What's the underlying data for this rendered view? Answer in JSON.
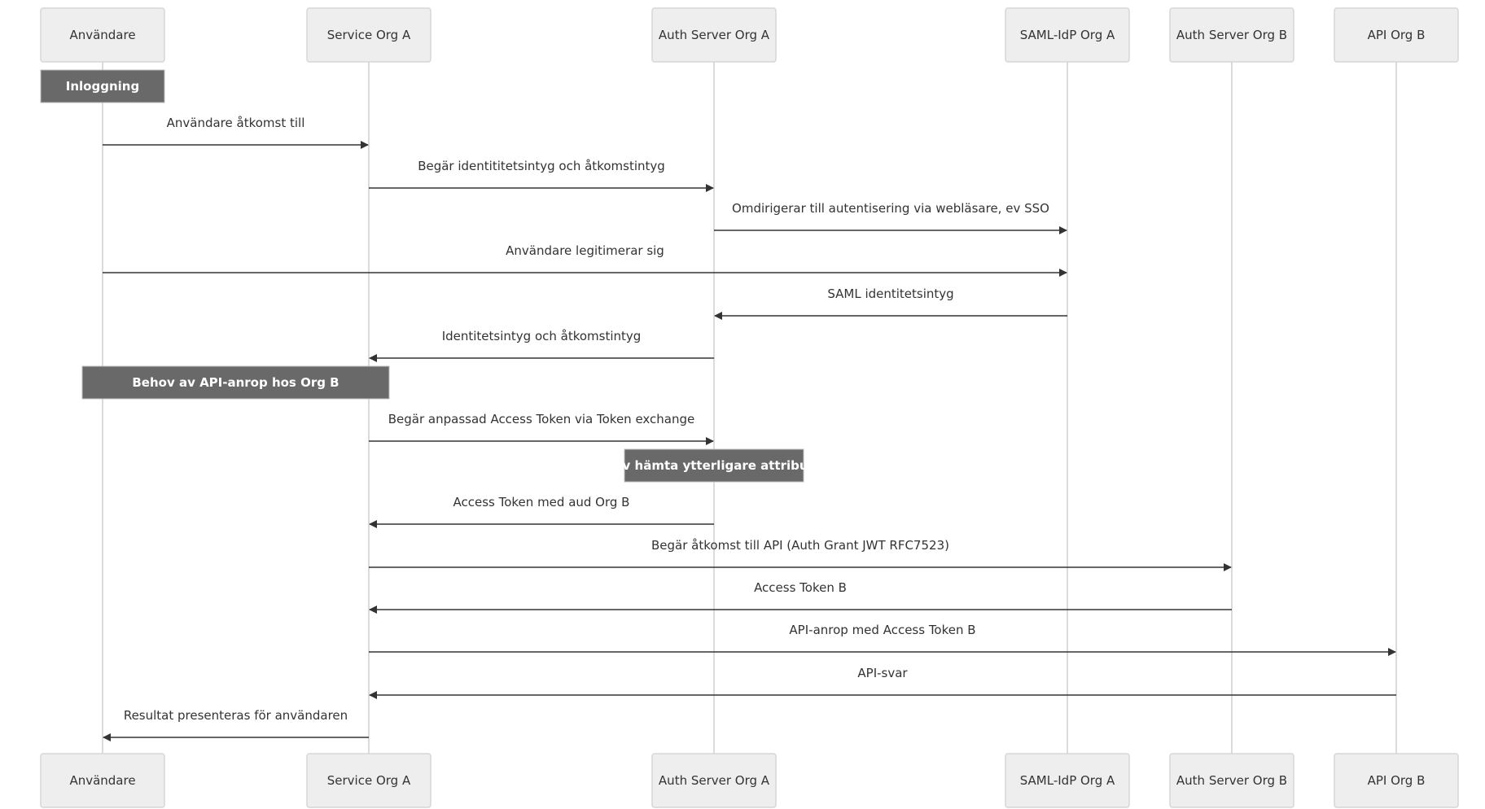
{
  "participants": [
    {
      "id": "user",
      "label": "Användare"
    },
    {
      "id": "svcA",
      "label": "Service Org A"
    },
    {
      "id": "authA",
      "label": "Auth Server Org A"
    },
    {
      "id": "idpA",
      "label": "SAML-IdP Org A"
    },
    {
      "id": "authB",
      "label": "Auth Server Org B"
    },
    {
      "id": "apiB",
      "label": "API Org B"
    }
  ],
  "steps": [
    {
      "kind": "note",
      "over": [
        "user"
      ],
      "text": "Inloggning"
    },
    {
      "kind": "message",
      "from": "user",
      "to": "svcA",
      "text": "Användare åtkomst till"
    },
    {
      "kind": "message",
      "from": "svcA",
      "to": "authA",
      "text": "Begär identititetsintyg och åtkomstintyg"
    },
    {
      "kind": "message",
      "from": "authA",
      "to": "idpA",
      "text": "Omdirigerar till autentisering via webläsare, ev SSO"
    },
    {
      "kind": "message",
      "from": "user",
      "to": "idpA",
      "text": "Användare legitimerar sig"
    },
    {
      "kind": "message",
      "from": "idpA",
      "to": "authA",
      "text": "SAML identitetsintyg"
    },
    {
      "kind": "message",
      "from": "authA",
      "to": "svcA",
      "text": "Identitetsintyg och åtkomstintyg"
    },
    {
      "kind": "note",
      "over": [
        "user",
        "svcA"
      ],
      "text": "Behov av API-anrop hos Org B"
    },
    {
      "kind": "message",
      "from": "svcA",
      "to": "authA",
      "text": "Begär anpassad Access Token via Token exchange"
    },
    {
      "kind": "note",
      "over": [
        "authA"
      ],
      "text": "Ev hämta ytterligare attribut"
    },
    {
      "kind": "message",
      "from": "authA",
      "to": "svcA",
      "text": "Access Token med aud Org B"
    },
    {
      "kind": "message",
      "from": "svcA",
      "to": "authB",
      "text": "Begär åtkomst till API (Auth Grant JWT RFC7523)"
    },
    {
      "kind": "message",
      "from": "authB",
      "to": "svcA",
      "text": "Access Token B"
    },
    {
      "kind": "message",
      "from": "svcA",
      "to": "apiB",
      "text": "API-anrop med Access Token B"
    },
    {
      "kind": "message",
      "from": "apiB",
      "to": "svcA",
      "text": "API-svar"
    },
    {
      "kind": "message",
      "from": "svcA",
      "to": "user",
      "text": "Resultat presenteras för användaren"
    }
  ]
}
